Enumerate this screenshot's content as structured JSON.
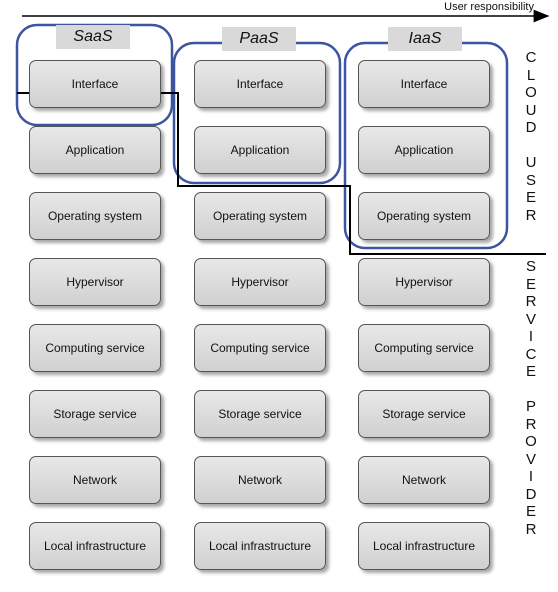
{
  "arrow_label": "User responsibility",
  "models": [
    {
      "name": "SaaS",
      "layers": [
        "Interface",
        "Application",
        "Operating system",
        "Hypervisor",
        "Computing service",
        "Storage service",
        "Network",
        "Local infrastructure"
      ]
    },
    {
      "name": "PaaS",
      "layers": [
        "Interface",
        "Application",
        "Operating system",
        "Hypervisor",
        "Computing service",
        "Storage service",
        "Network",
        "Local infrastructure"
      ]
    },
    {
      "name": "IaaS",
      "layers": [
        "Interface",
        "Application",
        "Operating system",
        "Hypervisor",
        "Computing service",
        "Storage service",
        "Network",
        "Local infrastructure"
      ]
    }
  ],
  "side_labels": {
    "user": [
      "C",
      "L",
      "O",
      "U",
      "D",
      "",
      "U",
      "S",
      "E",
      "R"
    ],
    "provider": [
      "S",
      "E",
      "R",
      "V",
      "I",
      "C",
      "E",
      "",
      "P",
      "R",
      "O",
      "V",
      "I",
      "D",
      "E",
      "R"
    ]
  },
  "colors": {
    "group_outline": "#3d55a0",
    "divider": "#000000",
    "box_fill_top": "#e8e8e8",
    "box_fill_bottom": "#d0d0d0",
    "label_bg": "#d9d9d9"
  }
}
